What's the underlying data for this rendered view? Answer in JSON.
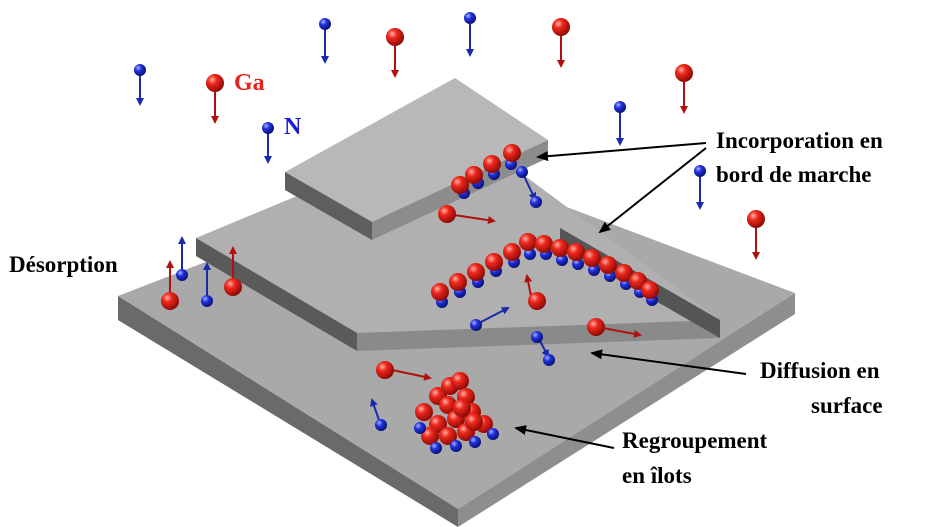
{
  "colors": {
    "ga_atom": "#e8231a",
    "n_atom": "#1f2fd0",
    "ga_arrow": "#b01010",
    "n_arrow": "#1a2aa8",
    "surface_top": "#a8a8a8",
    "surface_side": "#5e5e5e",
    "label_text": "#000000"
  },
  "legend": {
    "ga": "Ga",
    "n": "N"
  },
  "labels": {
    "incorporation_line1": "Incorporation en",
    "incorporation_line2": "bord de marche",
    "desorption": "Désorption",
    "diffusion_line1": "Diffusion en",
    "diffusion_line2": "surface",
    "regroupement_line1": "Regroupement",
    "regroupement_line2": "en îlots"
  }
}
